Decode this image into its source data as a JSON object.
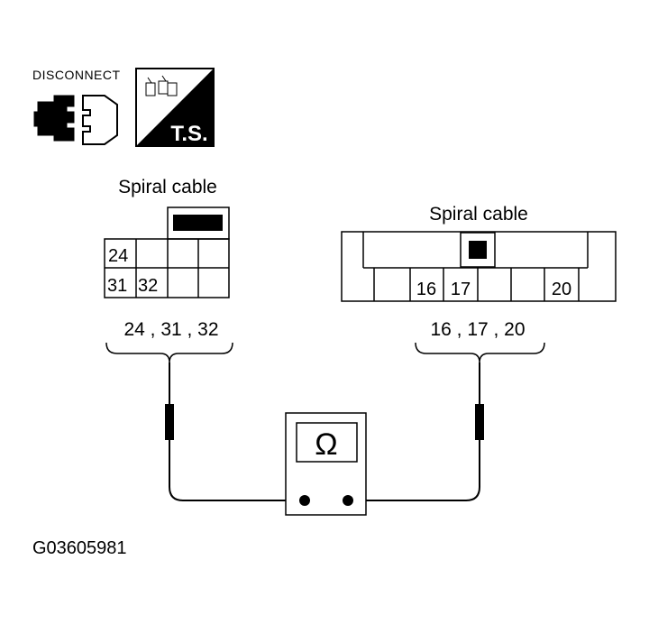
{
  "icons": {
    "disconnect_label": "DISCONNECT",
    "ts_label": "T.S.",
    "disconnect_icon": "connector-disconnect-icon",
    "ts_icon": "test-symbol-icon"
  },
  "left_connector": {
    "title": "Spiral cable",
    "cells": [
      "24",
      "31",
      "32"
    ],
    "pins_label": "24 , 31 , 32"
  },
  "right_connector": {
    "title": "Spiral cable",
    "cells": [
      "16",
      "17",
      "20"
    ],
    "pins_label": "16 , 17 , 20"
  },
  "meter": {
    "symbol": "Ω",
    "icon": "ohmmeter-icon"
  },
  "figure_code": "G03605981"
}
